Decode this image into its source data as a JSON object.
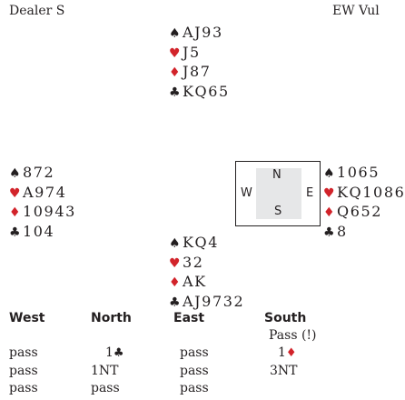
{
  "header": {
    "dealer": "Dealer S",
    "vulnerability": "EW Vul"
  },
  "colors": {
    "red_suit": "#d2232a",
    "black_suit": "#231f20",
    "compass_fill": "#e6e7e8"
  },
  "suits": {
    "spade": "♠",
    "heart": "♥",
    "diamond": "♦",
    "club": "♣"
  },
  "hands": {
    "north": {
      "spades": "AJ93",
      "hearts": "J5",
      "diamonds": "J87",
      "clubs": "KQ65"
    },
    "west": {
      "spades": "872",
      "hearts": "A974",
      "diamonds": "10943",
      "clubs": "104"
    },
    "east": {
      "spades": "1065",
      "hearts": "KQ1086",
      "diamonds": "Q652",
      "clubs": "8"
    },
    "south": {
      "spades": "KQ4",
      "hearts": "32",
      "diamonds": "AK",
      "clubs": "AJ9732"
    }
  },
  "compass": {
    "n": "N",
    "w": "W",
    "e": "E",
    "s": "S"
  },
  "auction": {
    "headers": [
      "West",
      "North",
      "East",
      "South"
    ],
    "south_first": "Pass (!)",
    "round1": {
      "west": "pass",
      "north_rank": "1",
      "north_suit": "♣",
      "east": "pass",
      "south_rank": "1",
      "south_suit": "♦"
    },
    "round2": {
      "west": "pass",
      "north": "1NT",
      "east": "pass",
      "south": "3NT"
    },
    "round3": {
      "west": "pass",
      "north": "pass",
      "east": "pass"
    }
  }
}
